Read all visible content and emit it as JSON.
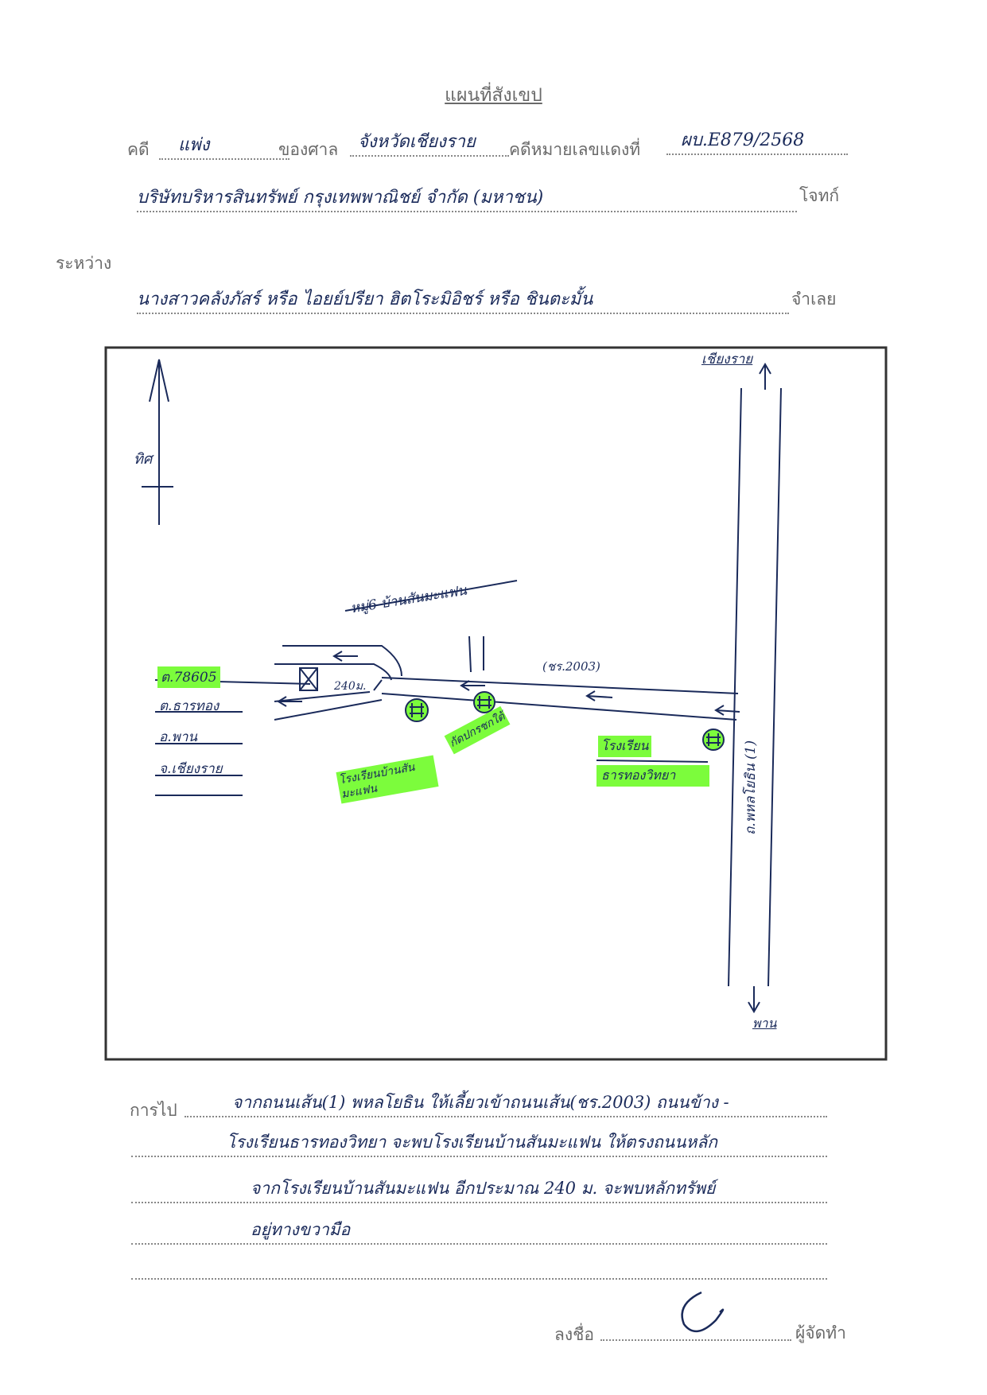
{
  "header": {
    "title": "แผนที่สังเขป",
    "case_label": "คดี",
    "case_type": "แพ่ง",
    "court_label": "ของศาล",
    "court_name": "จังหวัดเชียงราย",
    "case_no_label": "คดีหมายเลขแดงที่",
    "case_no": "ผบ.E879/2568",
    "plaintiff": "บริษัทบริหารสินทรัพย์ กรุงเทพพาณิชย์ จำกัด (มหาชน)",
    "plaintiff_label": "โจทก์",
    "between_label": "ระหว่าง",
    "defendant": "นางสาวคลังภัสร์ หรือ ไอยย์ปรียา ฮิตโระมิอิชร์ หรือ ชินตะมั้น",
    "defendant_label": "จำเลย"
  },
  "map": {
    "north_label": "ทิศ",
    "top_right_label": "เชียงราย",
    "bottom_right_label": "พาน",
    "main_road_label": "ถ.พหลโยธิน (1)",
    "village_label": "หมู่6 บ้านสันมะแฟน",
    "road_code_label": "(ชร.2003)",
    "distance_label": "240ม.",
    "address": [
      "ต.78605",
      "ต.ธารทอง",
      "อ.พาน",
      "จ.เชียงราย"
    ],
    "landmark_1": "โรงเรียนบ้านสันมะแฟน",
    "landmark_2": "กัดปกรชกใต้",
    "landmark_3a": "โรงเรียน",
    "landmark_3b": "ธารทองวิทยา",
    "highlight_color": "#7CFC3C"
  },
  "directions": {
    "label": "การไป",
    "lines": [
      "จากถนนเส้น(1) พหลโยธิน ให้เลี้ยวเข้าถนนเส้น(ชร.2003) ถนนข้าง -",
      "โรงเรียนธารทองวิทยา จะพบโรงเรียนบ้านสันมะแฟน ให้ตรงถนนหลัก",
      "จากโรงเรียนบ้านสันมะแฟน อีกประมาณ 240 ม. จะพบหลักทรัพย์",
      "อยู่ทางขวามือ"
    ]
  },
  "signature": {
    "sign_label": "ลงชื่อ",
    "maker_label": "ผู้จัดทำ"
  }
}
